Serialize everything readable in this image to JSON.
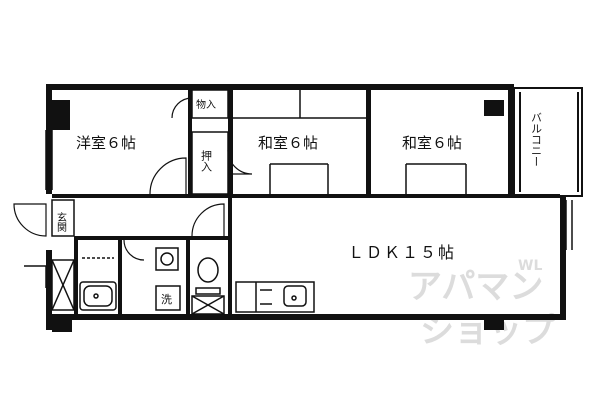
{
  "rooms": {
    "western_room": "洋室６帖",
    "japanese_room_1": "和室６帖",
    "japanese_room_2": "和室６帖",
    "ldk": "ＬＤＫ１５帖",
    "balcony": "バルコニー"
  },
  "storage": {
    "closet_top": "物入",
    "closet_side": "押入"
  },
  "fixtures": {
    "entrance": "玄関",
    "washer": "洗"
  },
  "watermark": {
    "line1": "アパマン",
    "line2": "ショップ",
    "mark": "WL"
  }
}
